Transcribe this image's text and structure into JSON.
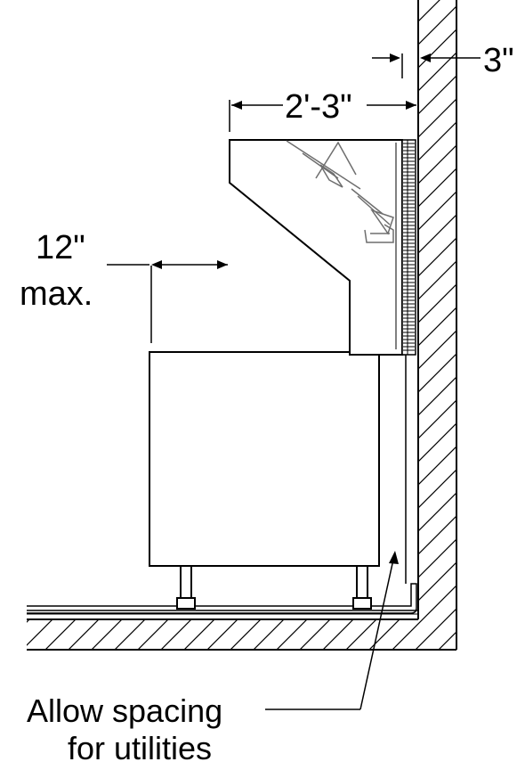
{
  "labels": {
    "wall_clearance": "3\"",
    "unit_depth": "2'-3\"",
    "overhang_value": "12\"",
    "overhang_suffix": "max.",
    "note_line1": "Allow spacing",
    "note_line2": "for utilities"
  },
  "colors": {
    "line": "#000000",
    "detail": "#6e6e6e",
    "background": "#ffffff"
  }
}
